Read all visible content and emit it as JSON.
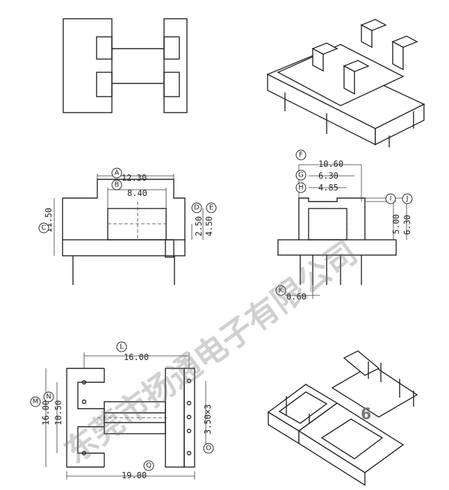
{
  "dimensions": {
    "A": "12.30",
    "B": "8.40",
    "C": "11.50",
    "D": "2.50",
    "E": "4.50",
    "F": "10.60",
    "G": "6.30",
    "H": "4.85",
    "I": "5.00",
    "J": "6.30",
    "K": "0.60",
    "L": "16.00",
    "M": "16.00",
    "N": "10.50",
    "O": "3.50×3",
    "Q": "19.00"
  },
  "labels": {
    "A": "A",
    "B": "B",
    "C": "C",
    "D": "D",
    "E": "E",
    "F": "F",
    "G": "G",
    "H": "H",
    "I": "I",
    "J": "J",
    "K": "K",
    "L": "L",
    "M": "M",
    "N": "N",
    "O": "O",
    "Q": "Q"
  },
  "watermark": "东莞市扬通电子有限公司",
  "page_number": "6",
  "colors": {
    "line": "#222222",
    "watermark": "#787878"
  }
}
